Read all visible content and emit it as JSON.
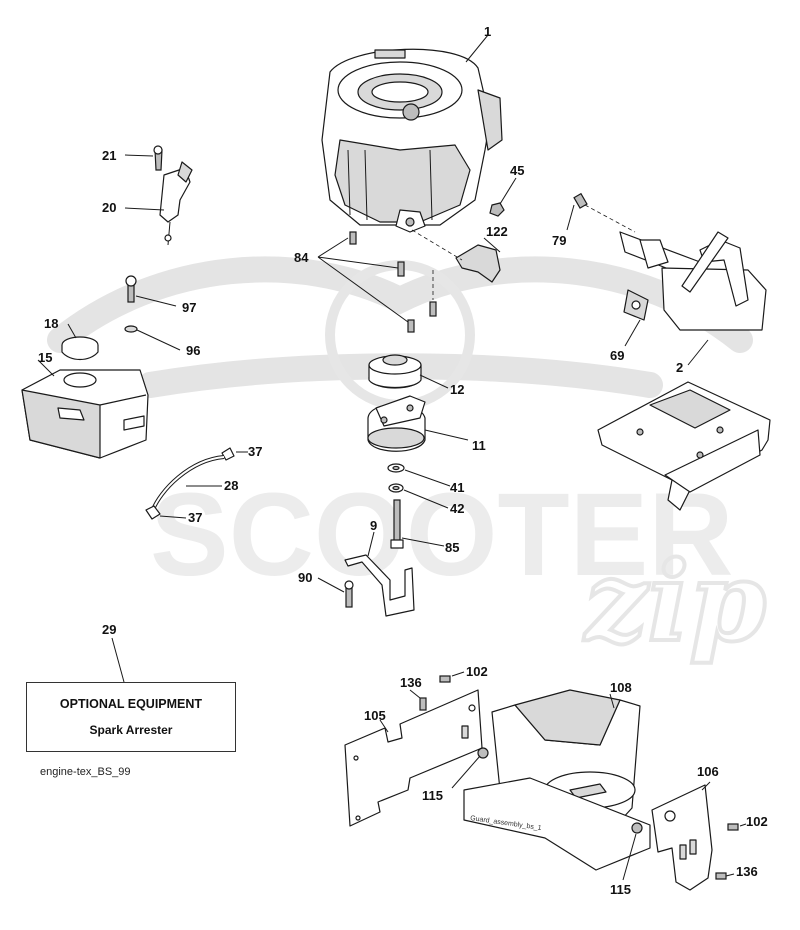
{
  "watermark": {
    "main_text": "SCOOTER",
    "script_text": "zip"
  },
  "callouts": {
    "c1": "1",
    "c2": "2",
    "c9": "9",
    "c11": "11",
    "c12": "12",
    "c15": "15",
    "c18": "18",
    "c20": "20",
    "c21": "21",
    "c28": "28",
    "c29": "29",
    "c37a": "37",
    "c37b": "37",
    "c41": "41",
    "c42": "42",
    "c45": "45",
    "c69": "69",
    "c79": "79",
    "c84": "84",
    "c85": "85",
    "c90": "90",
    "c96": "96",
    "c97": "97",
    "c102a": "102",
    "c102b": "102",
    "c105": "105",
    "c106": "106",
    "c108": "108",
    "c115a": "115",
    "c115b": "115",
    "c122": "122",
    "c136a": "136",
    "c136b": "136"
  },
  "optional_box": {
    "title": "OPTIONAL EQUIPMENT",
    "subtitle": "Spark Arrester"
  },
  "diagram_code": "engine-tex_BS_99",
  "plate_label": "Guard_assembly_bs_1"
}
